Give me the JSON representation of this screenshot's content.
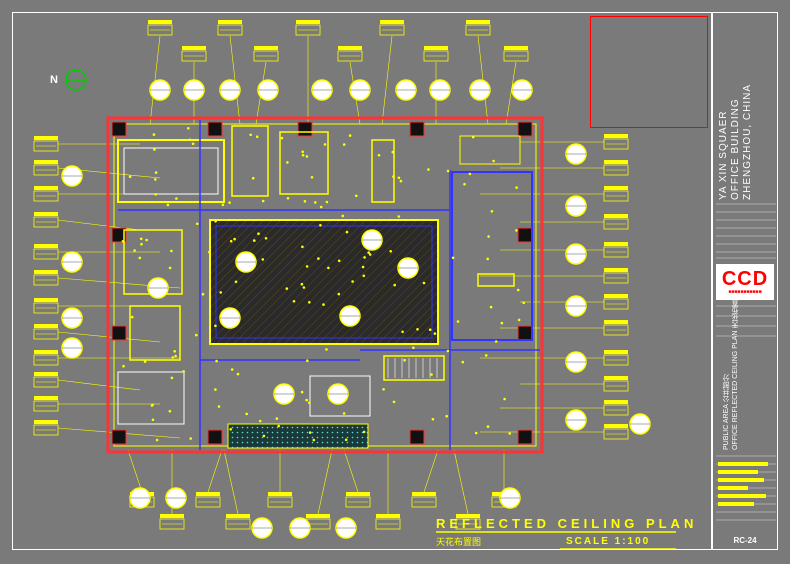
{
  "project": {
    "name_line1": "YA XIN SQUAER",
    "name_line2": "OFFICE BUILDING",
    "name_line3": "ZHENGZHOU, CHINA"
  },
  "logo": {
    "text": "CCD"
  },
  "drawing": {
    "title": "REFLECTED   CEILING   PLAN",
    "title_cn": "天花布置图",
    "scale": "SCALE 1:100",
    "sheet_no": "RC-24",
    "block_title": "OFFICE REFLECTED CEILING PLAN 天花布置图",
    "block_area": "PUBLIC AREA 公共部分"
  },
  "north": {
    "label": "N"
  },
  "colors": {
    "background": "#7a7a7a",
    "annotation": "#ffff00",
    "wall": "#ff3333",
    "ceiling_edge": "#ffff00",
    "partition": "#3333ff",
    "dark_ceiling": "#2a2a2a",
    "legend": "#ff0000",
    "tag_fill": "#ffff00",
    "north": "#00cc00"
  }
}
